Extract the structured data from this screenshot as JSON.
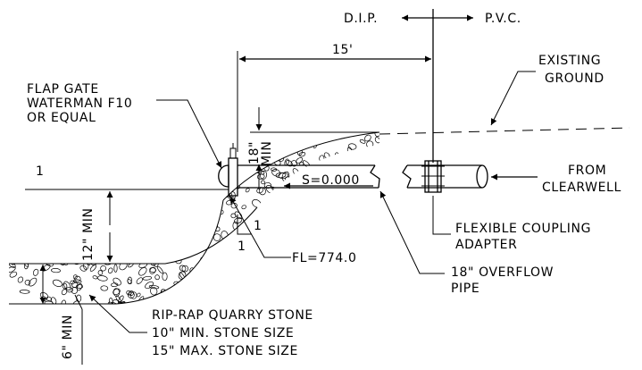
{
  "diagram": {
    "material_left": "D.I.P.",
    "material_right": "P.V.C.",
    "dimension_length": "15'",
    "existing_ground": [
      "EXISTING",
      "GROUND"
    ],
    "flap_gate": [
      "FLAP GATE",
      "WATERMAN F10",
      "OR EQUAL"
    ],
    "cover_min": "18\"",
    "cover_min_suffix": "MIN",
    "marker_number": "1",
    "slope_label": "S=0.000",
    "from_clearwell": [
      "FROM",
      "CLEARWELL"
    ],
    "invert_depth": "12\" MIN",
    "slope_ratio_v": "1",
    "slope_ratio_h": "1",
    "flowline": "FL=774.0",
    "coupling": [
      "FLEXIBLE COUPLING",
      "ADAPTER"
    ],
    "overflow_pipe": [
      "18\" OVERFLOW",
      "PIPE"
    ],
    "riprap_depth": "6\" MIN",
    "riprap": [
      "RIP-RAP QUARRY STONE",
      "10\" MIN. STONE SIZE",
      "15\" MAX. STONE SIZE"
    ]
  }
}
